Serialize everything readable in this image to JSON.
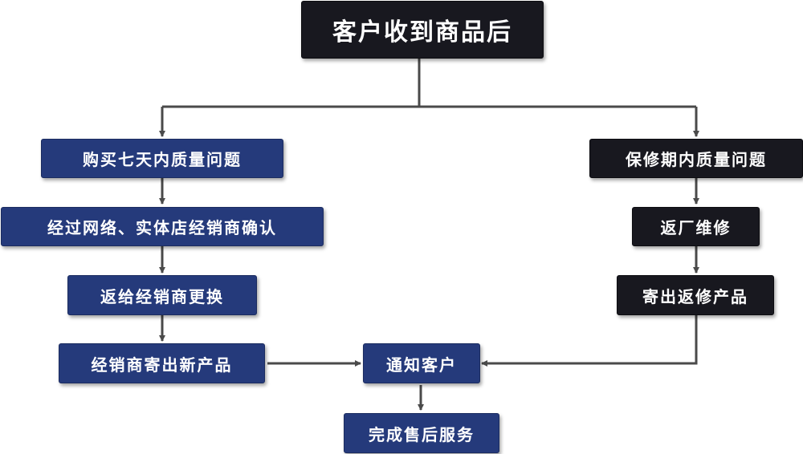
{
  "flowchart": {
    "colors": {
      "left_branch_fill": "#253a7b",
      "right_branch_fill": "#18181f",
      "connector": "#4a4a4a",
      "text": "#ffffff"
    },
    "start": "客户收到商品后",
    "left_branch": {
      "condition": "购买七天内质量问题",
      "steps": [
        "经过网络、实体店经销商确认",
        "返给经销商更换",
        "经销商寄出新产品"
      ]
    },
    "right_branch": {
      "condition": "保修期内质量问题",
      "steps": [
        "返厂维修",
        "寄出返修产品"
      ]
    },
    "merge": "通知客户",
    "end": "完成售后服务"
  }
}
